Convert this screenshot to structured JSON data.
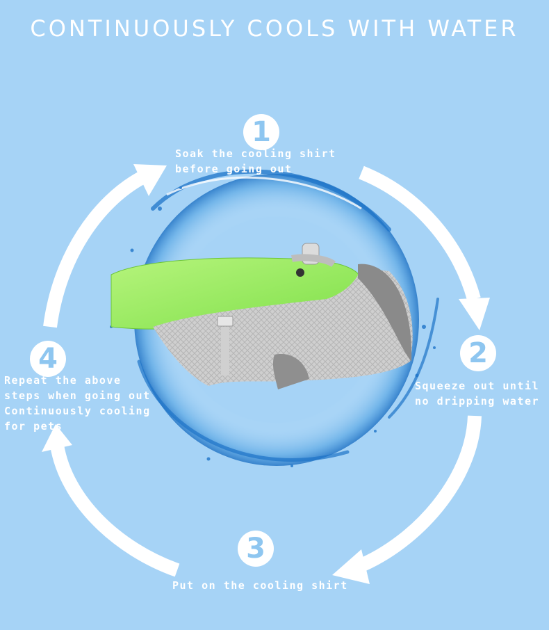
{
  "title": "CONTINUOUSLY COOLS WITH WATER",
  "colors": {
    "background": "#a6d3f6",
    "vest_green": "#9ef06a",
    "mesh_gray": "#c9c9c9",
    "water": "#2e86d6"
  },
  "steps": [
    {
      "number": "1",
      "text": "Soak the cooling shirt\nbefore going out"
    },
    {
      "number": "2",
      "text": "Squeeze out until\nno dripping water"
    },
    {
      "number": "3",
      "text": "Put on the cooling shirt"
    },
    {
      "number": "4",
      "text": "Repeat the above\nsteps when going out\nContinuously cooling\nfor pets"
    }
  ],
  "product_image": "cooling-vest-with-water-splash",
  "arrow_icon": "curved-arrow-icon"
}
